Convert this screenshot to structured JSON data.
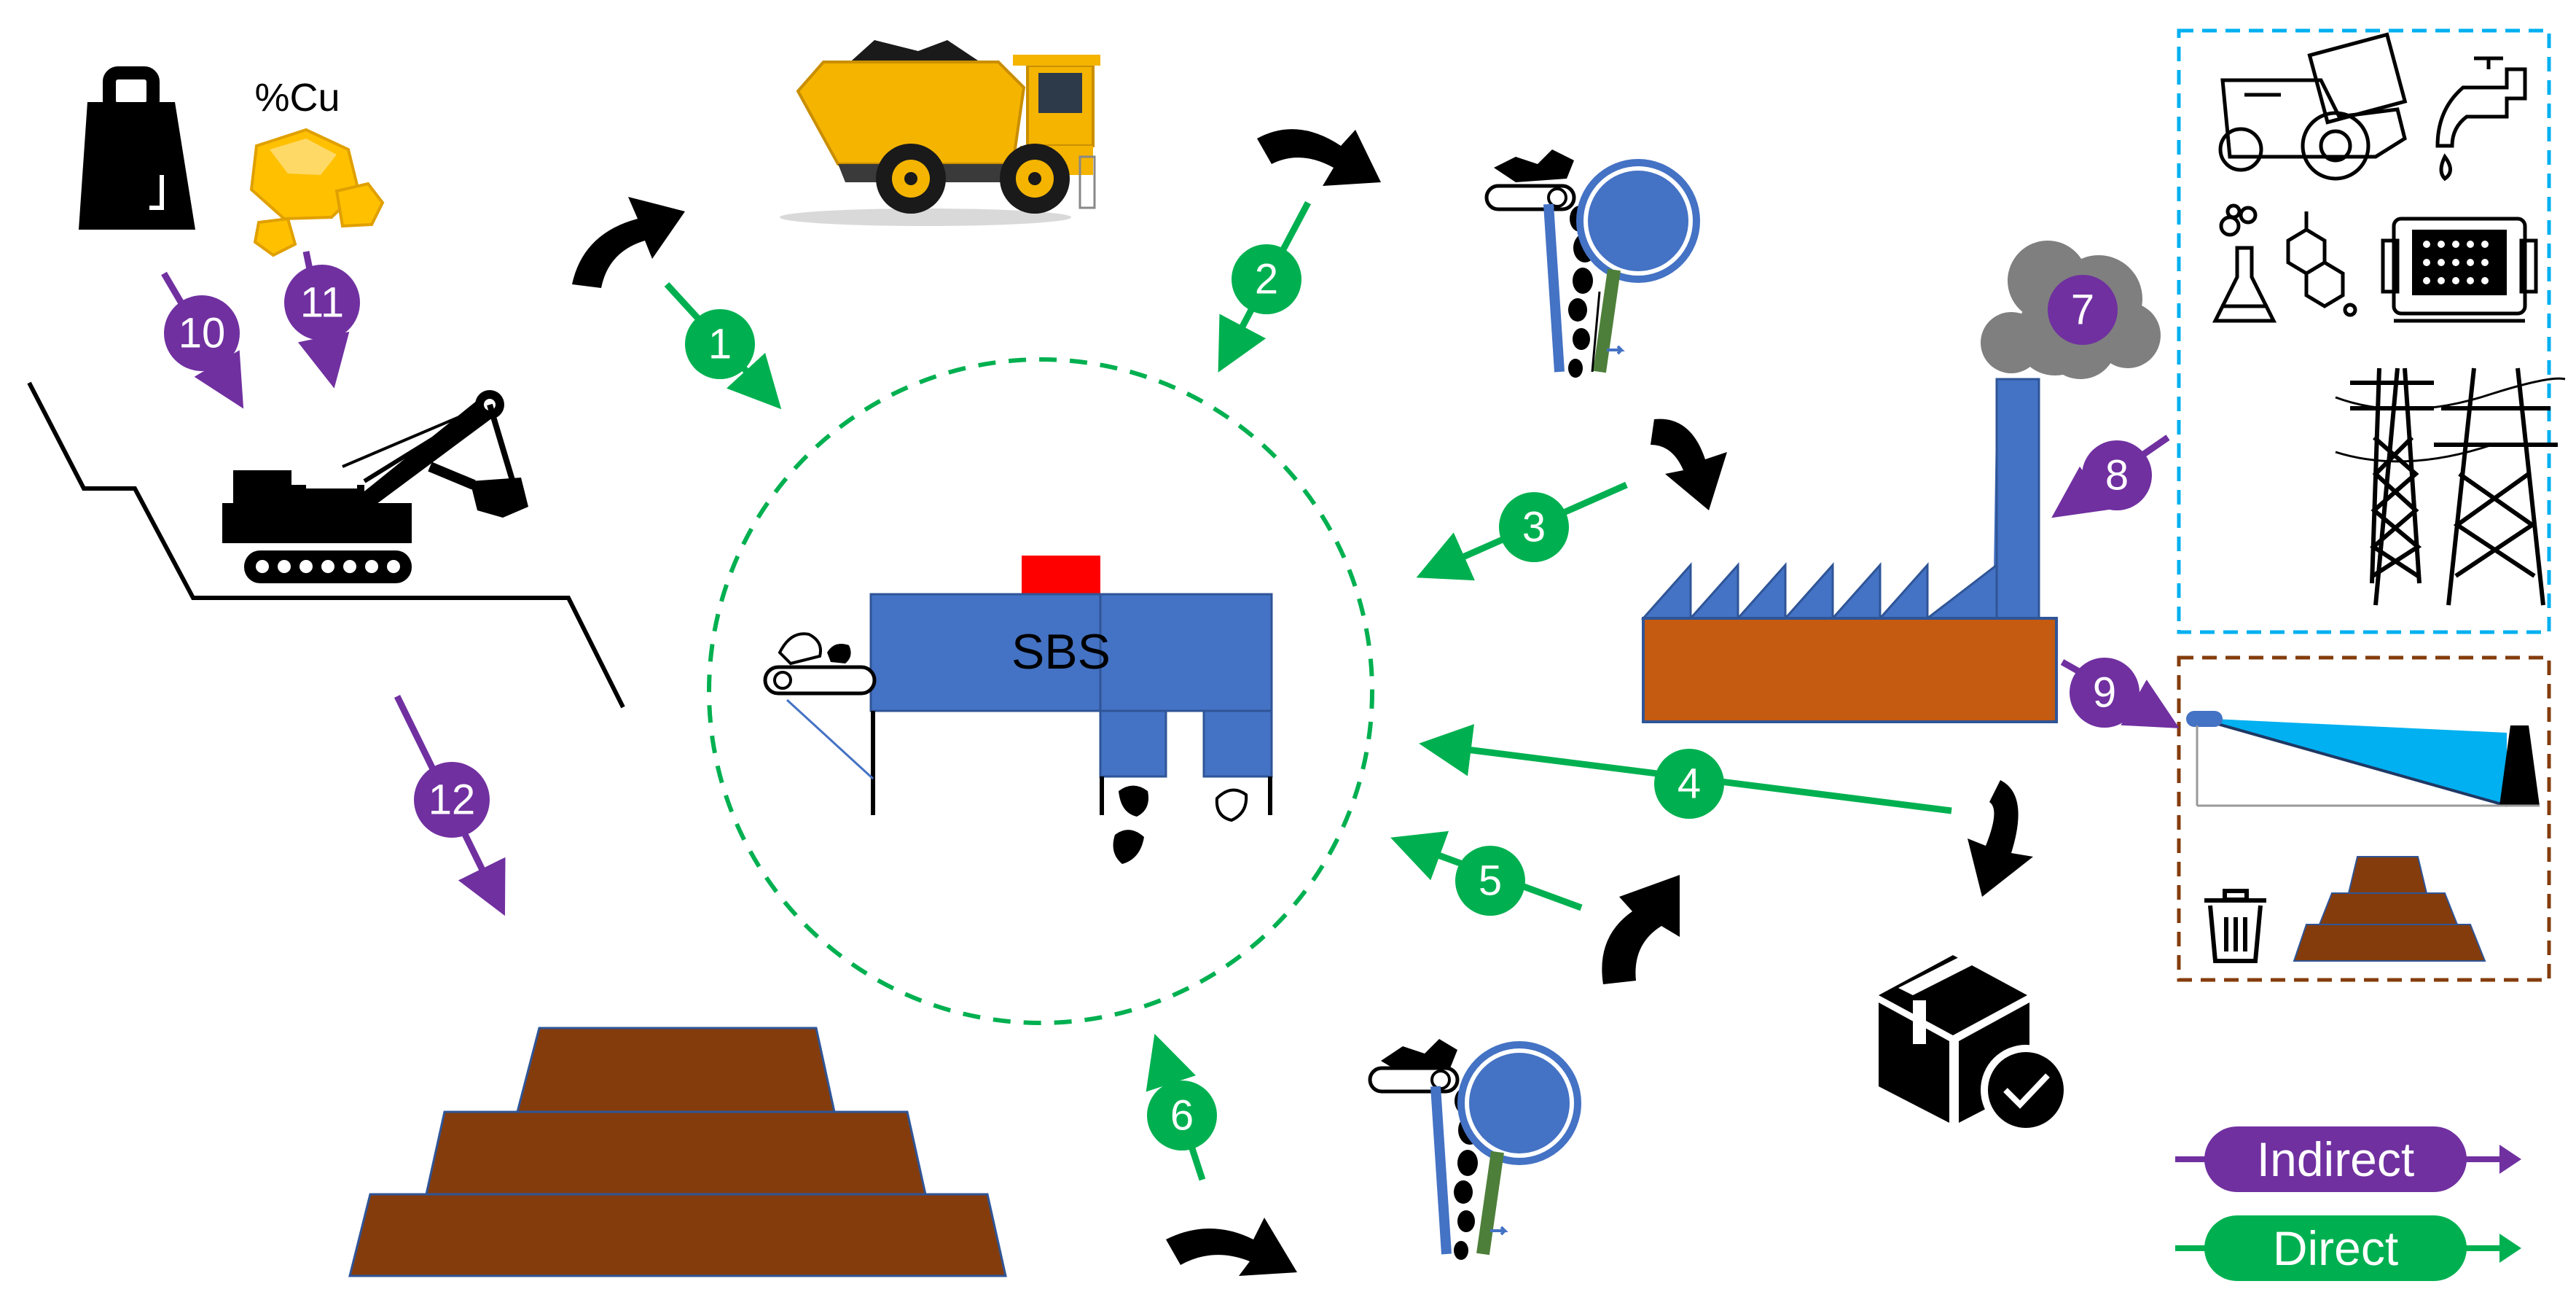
{
  "colors": {
    "direct": "#00B050",
    "indirect": "#7030A0",
    "sbs_blue": "#4472C4",
    "sbs_red": "#FF0000",
    "factory_roof": "#4472C4",
    "factory_body": "#C55A11",
    "stockpile": "#843C0C",
    "water": "#00B0F0",
    "service_box_border": "#00B0F0",
    "waste_box_border": "#843C0C"
  },
  "labels": {
    "sbs": "SBS",
    "copper_grade": "%Cu",
    "weight_letter": "T"
  },
  "badges": {
    "b1": "1",
    "b2": "2",
    "b3": "3",
    "b4": "4",
    "b5": "5",
    "b6": "6",
    "b7": "7",
    "b8": "8",
    "b9": "9",
    "b10": "10",
    "b11": "11",
    "b12": "12"
  },
  "legend": {
    "indirect": "Indirect",
    "direct": "Direct"
  },
  "icons": {
    "weight": "weight-icon",
    "gold_nugget": "copper-ore-icon",
    "excavator": "excavator-icon",
    "haul_truck": "haul-truck-icon",
    "sorter": "ore-sorter-icon",
    "factory": "processing-plant-icon",
    "smoke": "emissions-cloud-icon",
    "tractor": "tractor-icon",
    "tap": "water-tap-icon",
    "chemicals": "chemicals-flask-icon",
    "mill": "ball-mill-icon",
    "power": "power-tower-icon",
    "tailings": "tailings-dam-icon",
    "trash": "trash-bin-icon",
    "product": "product-box-icon",
    "stockpile": "waste-stockpile-icon"
  }
}
